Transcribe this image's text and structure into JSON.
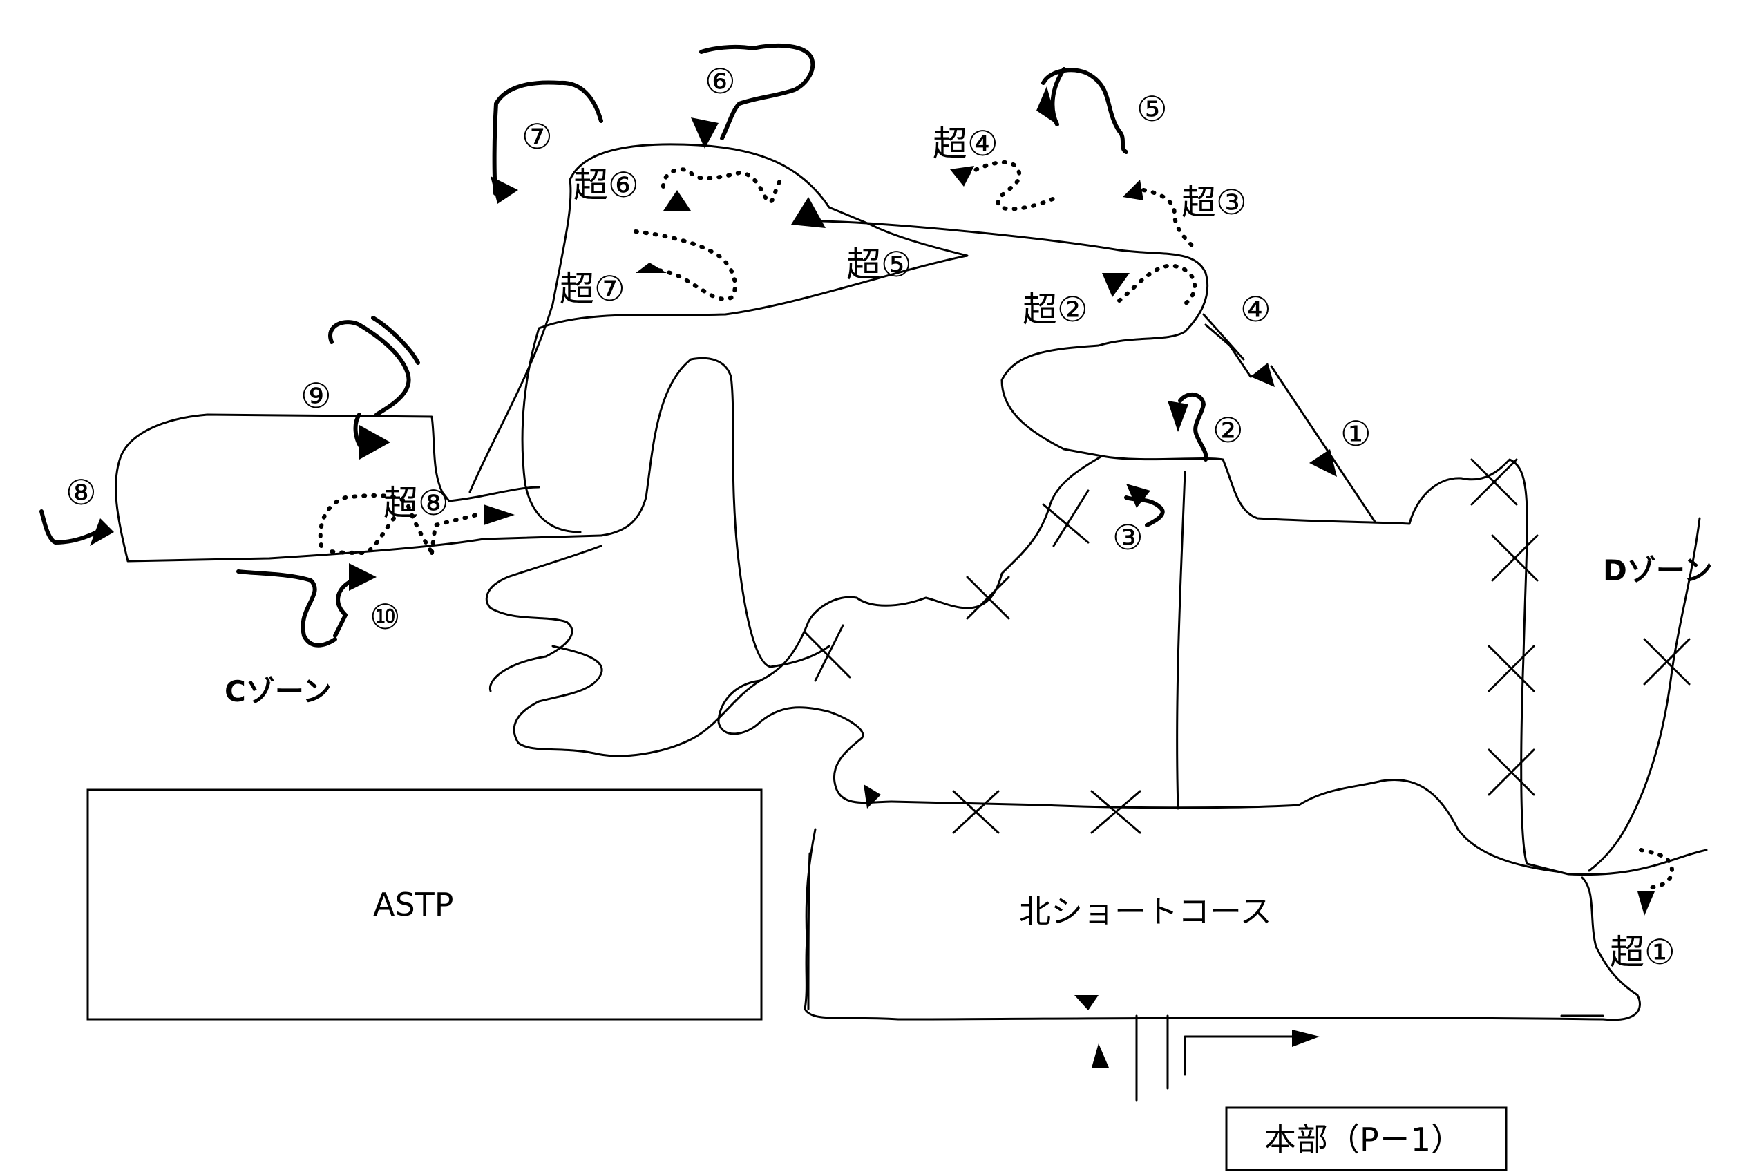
{
  "labels": {
    "n1": "①",
    "n2": "②",
    "n3": "③",
    "n4": "④",
    "n5": "⑤",
    "n6": "⑥",
    "n7": "⑦",
    "n8": "⑧",
    "n9": "⑨",
    "n10": "⑩",
    "s1": "超①",
    "s2": "超②",
    "s3": "超③",
    "s4": "超④",
    "s5": "超⑤",
    "s6": "超⑥",
    "s7": "超⑦",
    "s8": "超⑧"
  },
  "zones": {
    "c": "Cゾーン",
    "d": "Dゾーン"
  },
  "places": {
    "astp": "ASTP",
    "short_course": "北ショートコース",
    "hq": "本部（P－1）"
  }
}
